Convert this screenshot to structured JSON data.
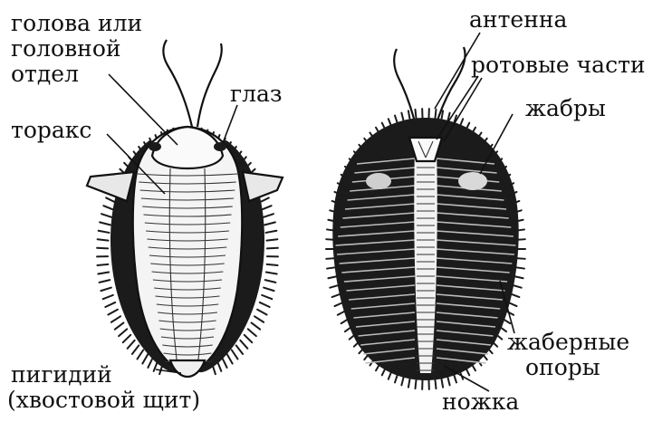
{
  "figure": {
    "dorsal_view": {
      "labels": {
        "head_line1": "голова или",
        "head_line2": "головной",
        "head_line3": "отдел",
        "eye": "глаз",
        "thorax": "торакс",
        "pygidium_line1": "пигидий",
        "pygidium_line2": "(хвостовой щит)"
      }
    },
    "ventral_view": {
      "labels": {
        "antenna": "антенна",
        "mouthparts": "ротовые части",
        "gills": "жабры",
        "gill_supports_line1": "жаберные",
        "gill_supports_line2": "опоры",
        "leg": "ножка"
      }
    }
  }
}
